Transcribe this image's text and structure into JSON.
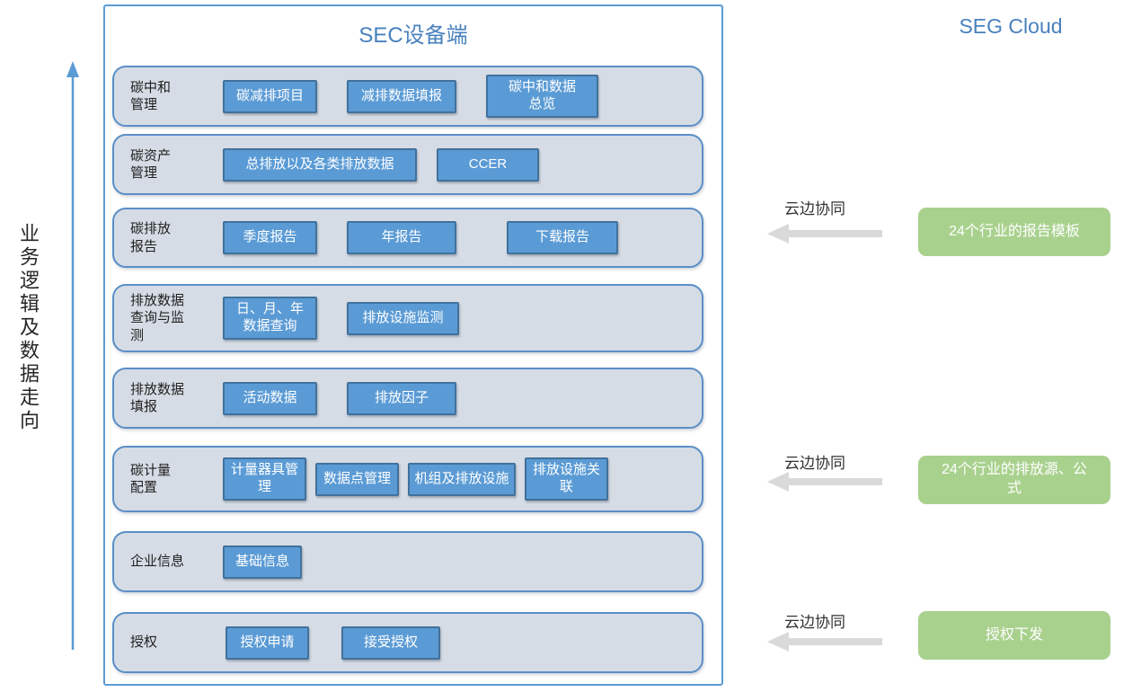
{
  "left_panel": {
    "flow_label": "业务逻辑及数据走向"
  },
  "device_panel": {
    "title": "SEC设备端",
    "rows": [
      {
        "label": "碳中和\n管理",
        "buttons": [
          "碳减排项目",
          "减排数据填报",
          "碳中和数据\n总览"
        ]
      },
      {
        "label": "碳资产\n管理",
        "buttons": [
          "总排放以及各类排放数据",
          "CCER"
        ]
      },
      {
        "label": "碳排放\n报告",
        "buttons": [
          "季度报告",
          "年报告",
          "下载报告"
        ]
      },
      {
        "label": "排放数据\n查询与监\n测",
        "buttons": [
          "日、月、年\n数据查询",
          "排放设施监测"
        ]
      },
      {
        "label": "排放数据\n填报",
        "buttons": [
          "活动数据",
          "排放因子"
        ]
      },
      {
        "label": "碳计量\n配置",
        "buttons": [
          "计量器具管\n理",
          "数据点管理",
          "机组及排放设施",
          "排放设施关\n联"
        ]
      },
      {
        "label": "企业信息",
        "buttons": [
          "基础信息"
        ]
      },
      {
        "label": "授权",
        "buttons": [
          "授权申请",
          "接受授权"
        ]
      }
    ]
  },
  "cloud_panel": {
    "title": "SEG Cloud",
    "sync_links": [
      {
        "label": "云边协同",
        "target": "24个行业的报告模板"
      },
      {
        "label": "云边协同",
        "target": "24个行业的排放源、公\n式"
      },
      {
        "label": "云边协同",
        "target": "授权下发"
      }
    ]
  },
  "colors": {
    "chip_blue": "#5b9bd5",
    "chip_border": "#41719c",
    "row_bg": "#d6dce5",
    "row_border": "#5b8fc7",
    "panel_border": "#5b9bd5",
    "title_blue": "#4981be",
    "cloud_green": "#a9d18e",
    "arrow_gray": "#d9d9d9",
    "flow_arrow_blue": "#5b9bd5"
  }
}
